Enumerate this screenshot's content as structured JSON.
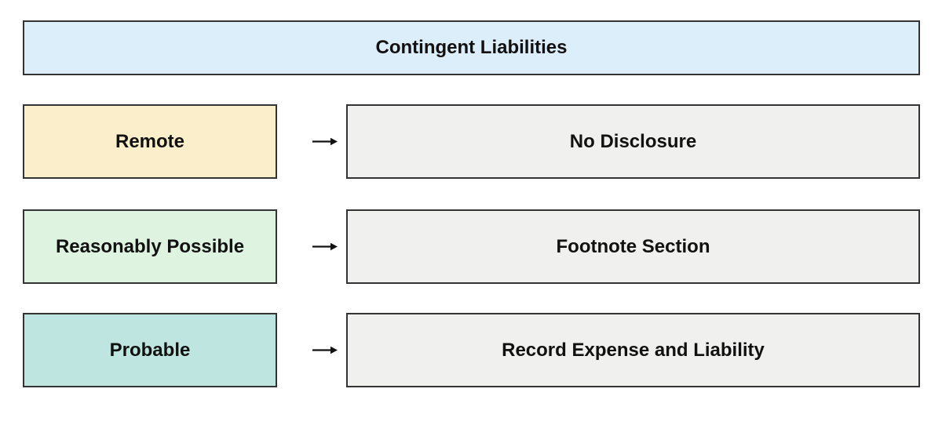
{
  "diagram": {
    "title": "Contingent Liabilities",
    "arrow_icon": "arrow-right",
    "colors": {
      "title_bg": "#ddeefb",
      "result_bg": "#f0f0ef",
      "border": "#333333",
      "arrow": "#111111"
    },
    "rows": [
      {
        "likelihood": "Remote",
        "likelihood_bg": "#fbeeca",
        "treatment": "No Disclosure"
      },
      {
        "likelihood": "Reasonably Possible",
        "likelihood_bg": "#dff3e1",
        "treatment": "Footnote Section"
      },
      {
        "likelihood": "Probable",
        "likelihood_bg": "#bee5e0",
        "treatment": "Record Expense and Liability"
      }
    ]
  }
}
